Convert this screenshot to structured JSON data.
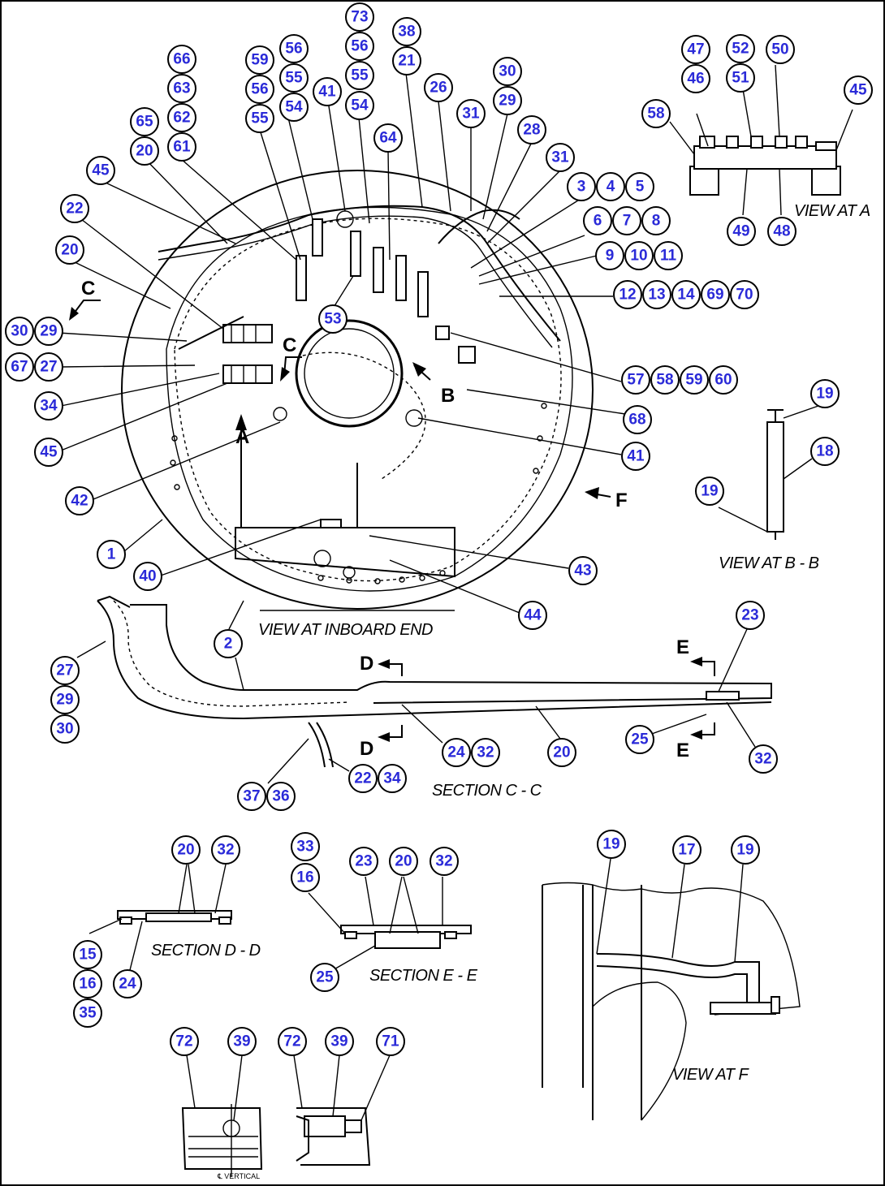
{
  "labels": {
    "view_inboard": "VIEW AT INBOARD END",
    "view_a": "VIEW AT A",
    "view_bb": "VIEW AT B - B",
    "section_cc": "SECTION C - C",
    "section_dd": "SECTION D - D",
    "section_ee": "SECTION E - E",
    "view_f": "VIEW AT F",
    "vertical_note": "℄ VERTICAL"
  },
  "section_letters": {
    "a": "A",
    "b": "B",
    "c_left": "C",
    "c_center": "C",
    "d_top": "D",
    "d_bottom": "D",
    "e_top": "E",
    "e_bottom": "E",
    "f": "F"
  },
  "callouts": [
    {
      "id": "c01",
      "text": "73"
    },
    {
      "id": "c02",
      "text": "56"
    },
    {
      "id": "c03",
      "text": "55"
    },
    {
      "id": "c04",
      "text": "54"
    },
    {
      "id": "c05",
      "text": "38"
    },
    {
      "id": "c06",
      "text": "21"
    },
    {
      "id": "c07",
      "text": "59"
    },
    {
      "id": "c08",
      "text": "56"
    },
    {
      "id": "c09",
      "text": "55"
    },
    {
      "id": "c10",
      "text": "56"
    },
    {
      "id": "c11",
      "text": "55"
    },
    {
      "id": "c12",
      "text": "54"
    },
    {
      "id": "c13",
      "text": "66"
    },
    {
      "id": "c14",
      "text": "63"
    },
    {
      "id": "c15",
      "text": "62"
    },
    {
      "id": "c16",
      "text": "61"
    },
    {
      "id": "c17",
      "text": "65"
    },
    {
      "id": "c18",
      "text": "20"
    },
    {
      "id": "c19",
      "text": "41"
    },
    {
      "id": "c20",
      "text": "26"
    },
    {
      "id": "c21",
      "text": "30"
    },
    {
      "id": "c22",
      "text": "29"
    },
    {
      "id": "c23",
      "text": "31"
    },
    {
      "id": "c24",
      "text": "64"
    },
    {
      "id": "c25",
      "text": "28"
    },
    {
      "id": "c26",
      "text": "31"
    },
    {
      "id": "c27",
      "text": "45"
    },
    {
      "id": "c28",
      "text": "22"
    },
    {
      "id": "c29",
      "text": "20"
    },
    {
      "id": "c30",
      "text": "3"
    },
    {
      "id": "c31",
      "text": "4"
    },
    {
      "id": "c32",
      "text": "5"
    },
    {
      "id": "c33",
      "text": "6"
    },
    {
      "id": "c34",
      "text": "7"
    },
    {
      "id": "c35",
      "text": "8"
    },
    {
      "id": "c36",
      "text": "9"
    },
    {
      "id": "c37",
      "text": "10"
    },
    {
      "id": "c38",
      "text": "11"
    },
    {
      "id": "c39",
      "text": "12"
    },
    {
      "id": "c40",
      "text": "13"
    },
    {
      "id": "c41",
      "text": "14"
    },
    {
      "id": "c42",
      "text": "69"
    },
    {
      "id": "c43",
      "text": "70"
    },
    {
      "id": "c44",
      "text": "30"
    },
    {
      "id": "c45",
      "text": "29"
    },
    {
      "id": "c46",
      "text": "67"
    },
    {
      "id": "c47",
      "text": "27"
    },
    {
      "id": "c48",
      "text": "34"
    },
    {
      "id": "c49",
      "text": "45"
    },
    {
      "id": "c50",
      "text": "53"
    },
    {
      "id": "c51",
      "text": "57"
    },
    {
      "id": "c52",
      "text": "58"
    },
    {
      "id": "c53",
      "text": "59"
    },
    {
      "id": "c54",
      "text": "60"
    },
    {
      "id": "c55",
      "text": "68"
    },
    {
      "id": "c56",
      "text": "41"
    },
    {
      "id": "c57",
      "text": "42"
    },
    {
      "id": "c58",
      "text": "1"
    },
    {
      "id": "c59",
      "text": "40"
    },
    {
      "id": "c60",
      "text": "43"
    },
    {
      "id": "c61",
      "text": "44"
    },
    {
      "id": "c62",
      "text": "47"
    },
    {
      "id": "c63",
      "text": "46"
    },
    {
      "id": "c64",
      "text": "52"
    },
    {
      "id": "c65",
      "text": "51"
    },
    {
      "id": "c66",
      "text": "50"
    },
    {
      "id": "c67",
      "text": "45"
    },
    {
      "id": "c68",
      "text": "58"
    },
    {
      "id": "c69",
      "text": "49"
    },
    {
      "id": "c70",
      "text": "48"
    },
    {
      "id": "c71",
      "text": "19"
    },
    {
      "id": "c72",
      "text": "18"
    },
    {
      "id": "c73",
      "text": "19"
    },
    {
      "id": "c74",
      "text": "2"
    },
    {
      "id": "c75",
      "text": "23"
    },
    {
      "id": "c76",
      "text": "27"
    },
    {
      "id": "c77",
      "text": "29"
    },
    {
      "id": "c78",
      "text": "30"
    },
    {
      "id": "c79",
      "text": "24"
    },
    {
      "id": "c80",
      "text": "32"
    },
    {
      "id": "c81",
      "text": "20"
    },
    {
      "id": "c82",
      "text": "25"
    },
    {
      "id": "c83",
      "text": "32"
    },
    {
      "id": "c84",
      "text": "22"
    },
    {
      "id": "c85",
      "text": "34"
    },
    {
      "id": "c86",
      "text": "37"
    },
    {
      "id": "c87",
      "text": "36"
    },
    {
      "id": "c88",
      "text": "20"
    },
    {
      "id": "c89",
      "text": "32"
    },
    {
      "id": "c90",
      "text": "15"
    },
    {
      "id": "c91",
      "text": "16"
    },
    {
      "id": "c92",
      "text": "35"
    },
    {
      "id": "c93",
      "text": "24"
    },
    {
      "id": "c94",
      "text": "33"
    },
    {
      "id": "c95",
      "text": "16"
    },
    {
      "id": "c96",
      "text": "23"
    },
    {
      "id": "c97",
      "text": "20"
    },
    {
      "id": "c98",
      "text": "32"
    },
    {
      "id": "c99",
      "text": "25"
    },
    {
      "id": "c100",
      "text": "19"
    },
    {
      "id": "c101",
      "text": "17"
    },
    {
      "id": "c102",
      "text": "19"
    },
    {
      "id": "c103",
      "text": "72"
    },
    {
      "id": "c104",
      "text": "39"
    },
    {
      "id": "c105",
      "text": "72"
    },
    {
      "id": "c106",
      "text": "39"
    },
    {
      "id": "c107",
      "text": "71"
    }
  ]
}
